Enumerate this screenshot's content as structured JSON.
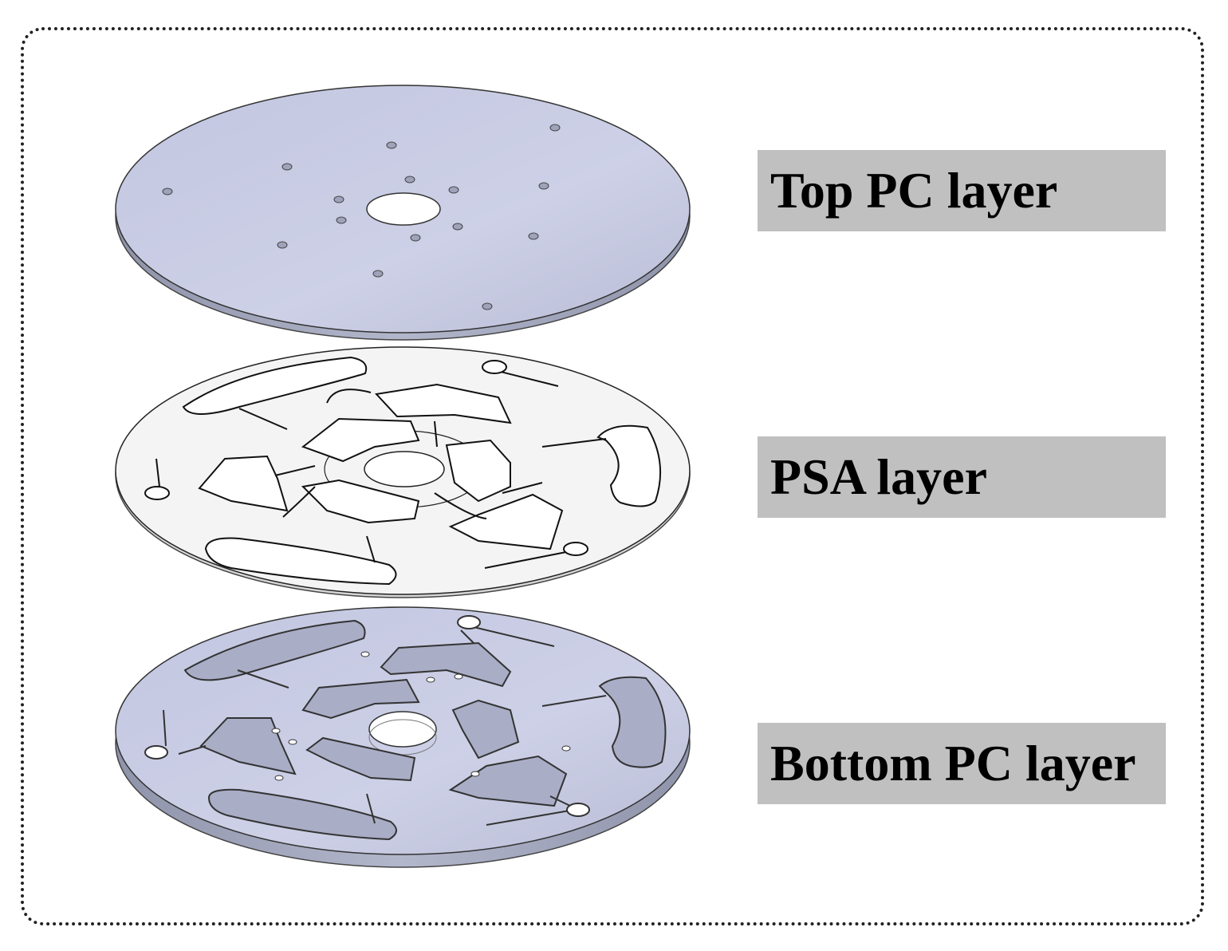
{
  "labels": {
    "top": "Top PC layer",
    "psa": "PSA layer",
    "bottom": "Bottom PC layer"
  },
  "colors": {
    "pc_face": "#c9cce3",
    "pc_edge": "#9a9fb6",
    "psa_face": "#f4f4f4",
    "label_bg": "#c0c0c0",
    "frame": "#222222"
  }
}
